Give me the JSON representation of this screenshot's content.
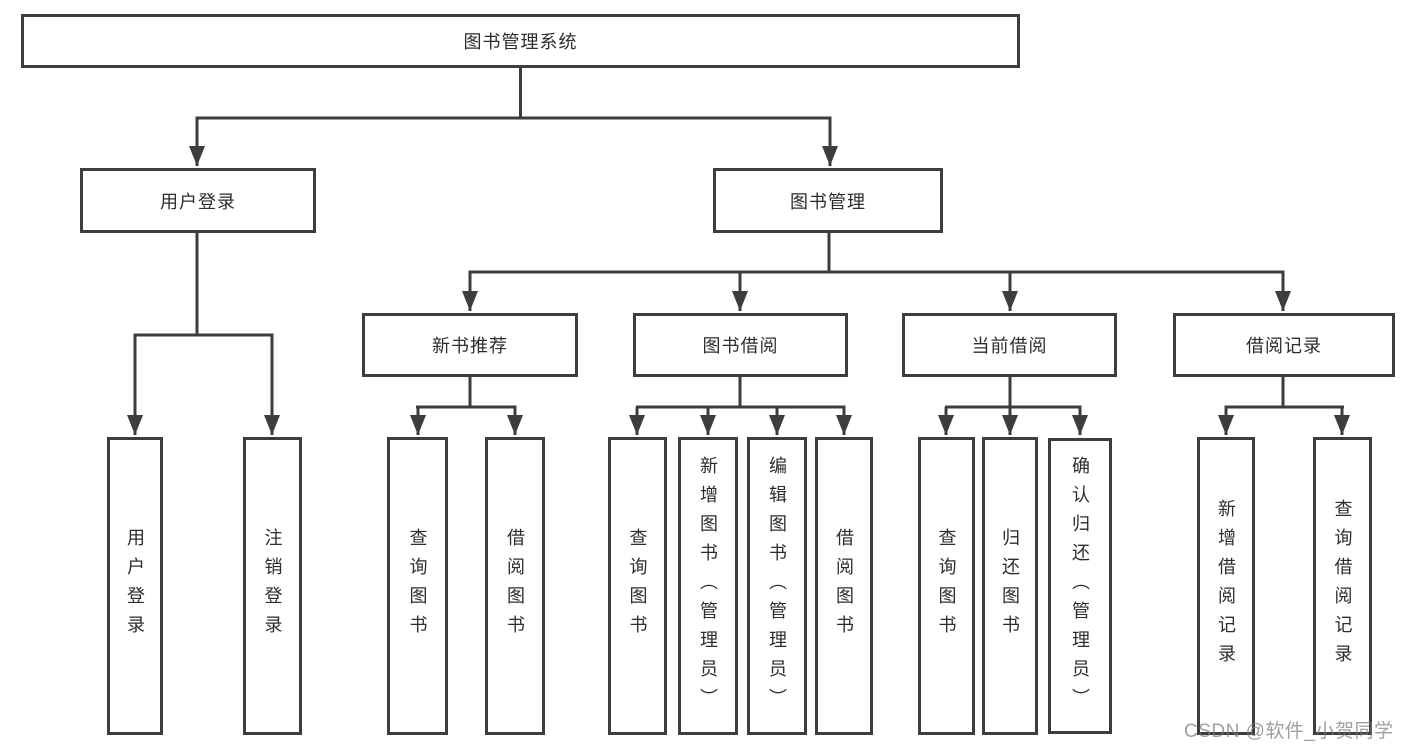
{
  "tree": {
    "label": "图书管理系统",
    "children": [
      {
        "label": "用户登录",
        "children": [
          {
            "label": "用户登录"
          },
          {
            "label": "注销登录"
          }
        ]
      },
      {
        "label": "图书管理",
        "children": [
          {
            "label": "新书推荐",
            "children": [
              {
                "label": "查询图书"
              },
              {
                "label": "借阅图书"
              }
            ]
          },
          {
            "label": "图书借阅",
            "children": [
              {
                "label": "查询图书"
              },
              {
                "label": "新增图书（管理员）"
              },
              {
                "label": "编辑图书（管理员）"
              },
              {
                "label": "借阅图书"
              }
            ]
          },
          {
            "label": "当前借阅",
            "children": [
              {
                "label": "查询图书"
              },
              {
                "label": "归还图书"
              },
              {
                "label": "确认归还（管理员）"
              }
            ]
          },
          {
            "label": "借阅记录",
            "children": [
              {
                "label": "新增借阅记录"
              },
              {
                "label": "查询借阅记录"
              }
            ]
          }
        ]
      }
    ]
  },
  "watermark": "CSDN @软件_小贺同学",
  "colors": {
    "line": "#3d3d3d",
    "text": "#2d2d2d",
    "background": "#ffffff",
    "watermark": "#7a7a7a"
  }
}
